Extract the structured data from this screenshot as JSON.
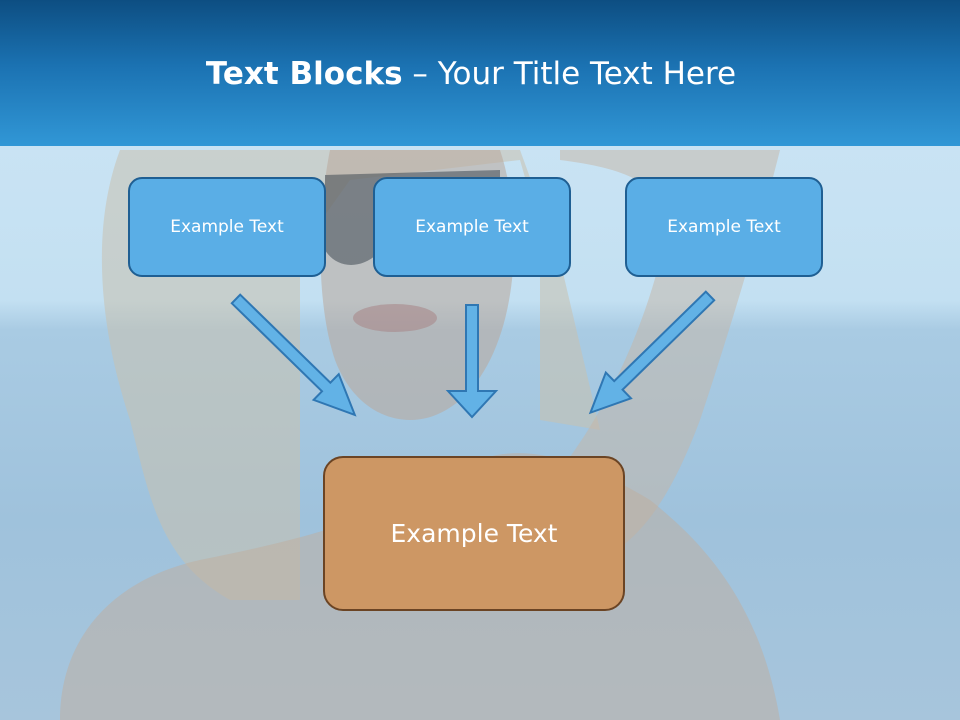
{
  "slide": {
    "title_bold": "Text Blocks",
    "title_dash": " – ",
    "title_rest": "Your Title Text Here",
    "top_boxes": [
      {
        "label": "Example Text"
      },
      {
        "label": "Example Text"
      },
      {
        "label": "Example Text"
      }
    ],
    "bottom_box": {
      "label": "Example Text"
    }
  },
  "colors": {
    "header_top": "#0d4e82",
    "header_bottom": "#3197d6",
    "box_blue_fill": "#5aaee6",
    "box_blue_border": "#1f5f93",
    "box_orange_fill": "#cd9764",
    "box_orange_border": "#6b4424",
    "arrow_fill": "#62b2e6",
    "arrow_stroke": "#2f77b3"
  }
}
